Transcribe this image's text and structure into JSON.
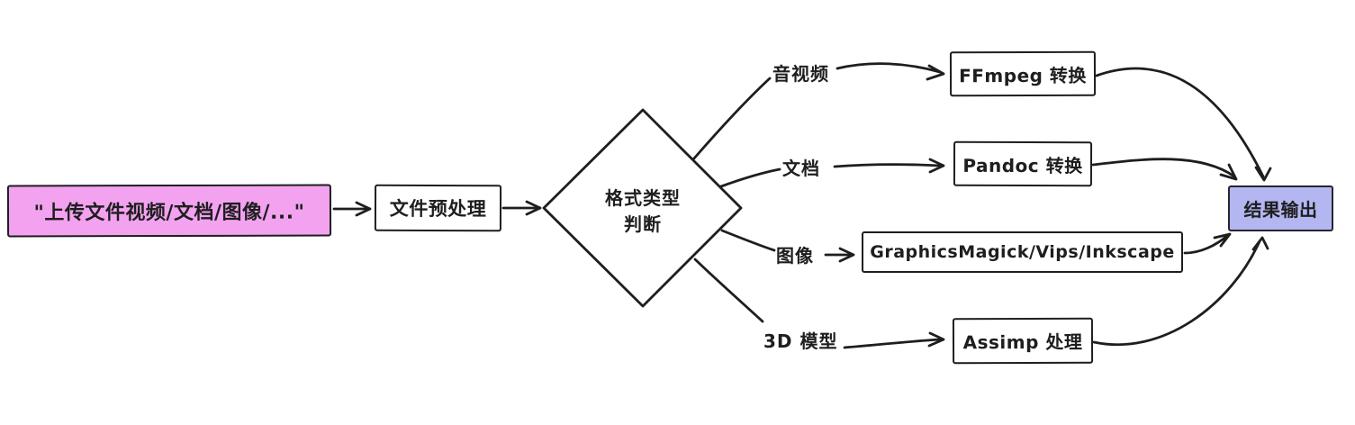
{
  "canvas": {
    "background": "#ffffff",
    "stroke_color": "#1e1e1e"
  },
  "nodes": {
    "input": {
      "label": "\"上传文件视频/文档/图像/...\"",
      "fill": "#f3a2f0"
    },
    "preprocess": {
      "label": "文件预处理",
      "fill": "#ffffff"
    },
    "decision": {
      "label": "格式类型\n判断",
      "fill": "#ffffff"
    },
    "ffmpeg": {
      "label": "FFmpeg 转换",
      "fill": "#ffffff"
    },
    "pandoc": {
      "label": "Pandoc 转换",
      "fill": "#ffffff"
    },
    "graphicsmagick": {
      "label": "GraphicsMagick/Vips/Inkscape",
      "fill": "#ffffff"
    },
    "assimp": {
      "label": "Assimp 处理",
      "fill": "#ffffff"
    },
    "output": {
      "label": "结果输出",
      "fill": "#b4b6f2"
    }
  },
  "branch_labels": {
    "audio_video": "音视频",
    "document": "文档",
    "image": "图像",
    "model_3d": "3D 模型"
  }
}
